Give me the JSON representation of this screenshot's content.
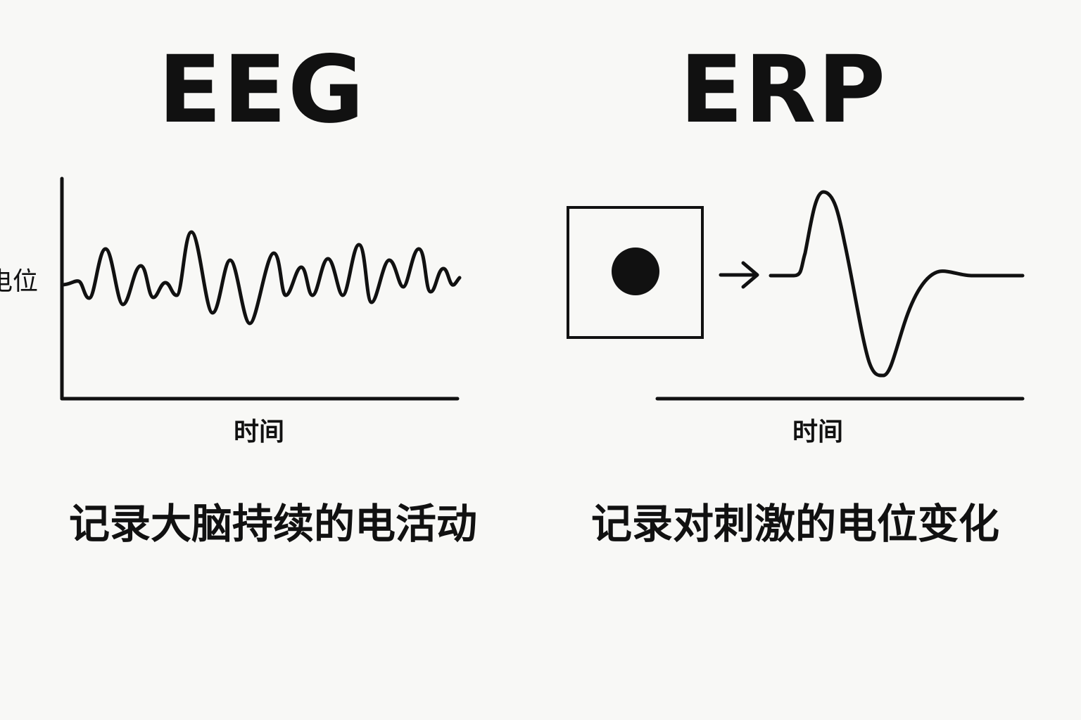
{
  "eeg": {
    "title": "EEG",
    "ylabel": "电位",
    "xlabel": "时间",
    "caption": "记录大脑持续的电活动"
  },
  "erp": {
    "title": "ERP",
    "xlabel": "时间",
    "caption": "记录对刺激的电位变化"
  },
  "colors": {
    "ink": "#111111",
    "background": "#f8f8f6"
  },
  "icons": {
    "stimulus": "square-with-filled-circle",
    "arrow": "right-arrow"
  }
}
